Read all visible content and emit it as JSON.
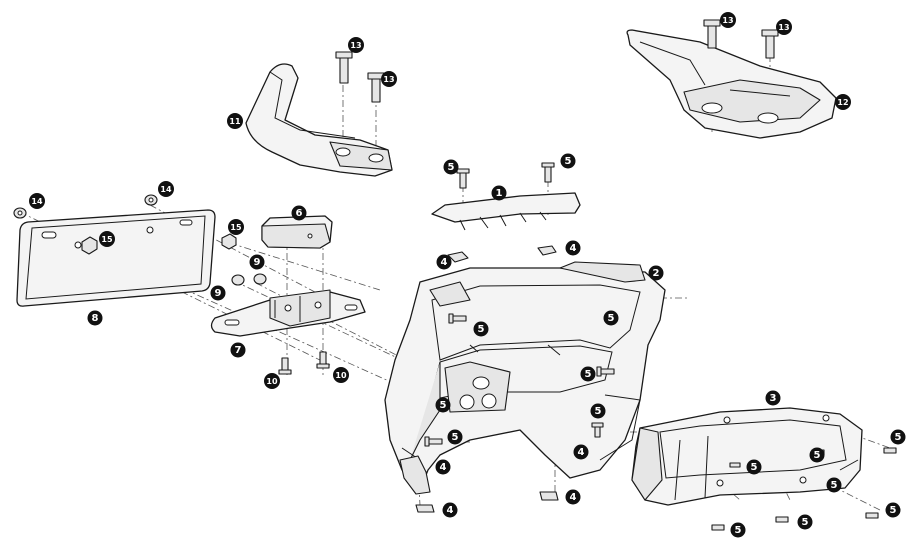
{
  "callouts": [
    {
      "id": "c1",
      "label": "1"
    },
    {
      "id": "c2",
      "label": "2"
    },
    {
      "id": "c3",
      "label": "3"
    },
    {
      "id": "c4a",
      "label": "4"
    },
    {
      "id": "c4b",
      "label": "4"
    },
    {
      "id": "c4c",
      "label": "4"
    },
    {
      "id": "c4d",
      "label": "4"
    },
    {
      "id": "c4e",
      "label": "4"
    },
    {
      "id": "c4f",
      "label": "4"
    },
    {
      "id": "c5a",
      "label": "5"
    },
    {
      "id": "c5b",
      "label": "5"
    },
    {
      "id": "c5c",
      "label": "5"
    },
    {
      "id": "c5d",
      "label": "5"
    },
    {
      "id": "c5e",
      "label": "5"
    },
    {
      "id": "c5f",
      "label": "5"
    },
    {
      "id": "c5g",
      "label": "5"
    },
    {
      "id": "c5h",
      "label": "5"
    },
    {
      "id": "c5i",
      "label": "5"
    },
    {
      "id": "c5j",
      "label": "5"
    },
    {
      "id": "c5k",
      "label": "5"
    },
    {
      "id": "c5l",
      "label": "5"
    },
    {
      "id": "c5m",
      "label": "5"
    },
    {
      "id": "c5n",
      "label": "5"
    },
    {
      "id": "c5o",
      "label": "5"
    },
    {
      "id": "c6",
      "label": "6"
    },
    {
      "id": "c7",
      "label": "7"
    },
    {
      "id": "c8",
      "label": "8"
    },
    {
      "id": "c9a",
      "label": "9"
    },
    {
      "id": "c9b",
      "label": "9"
    },
    {
      "id": "c10a",
      "label": "10"
    },
    {
      "id": "c10b",
      "label": "10"
    },
    {
      "id": "c11",
      "label": "11"
    },
    {
      "id": "c12",
      "label": "12"
    },
    {
      "id": "c13a",
      "label": "13"
    },
    {
      "id": "c13b",
      "label": "13"
    },
    {
      "id": "c13c",
      "label": "13"
    },
    {
      "id": "c13d",
      "label": "13"
    },
    {
      "id": "c14a",
      "label": "14"
    },
    {
      "id": "c14b",
      "label": "14"
    },
    {
      "id": "c15a",
      "label": "15"
    },
    {
      "id": "c15b",
      "label": "15"
    }
  ]
}
